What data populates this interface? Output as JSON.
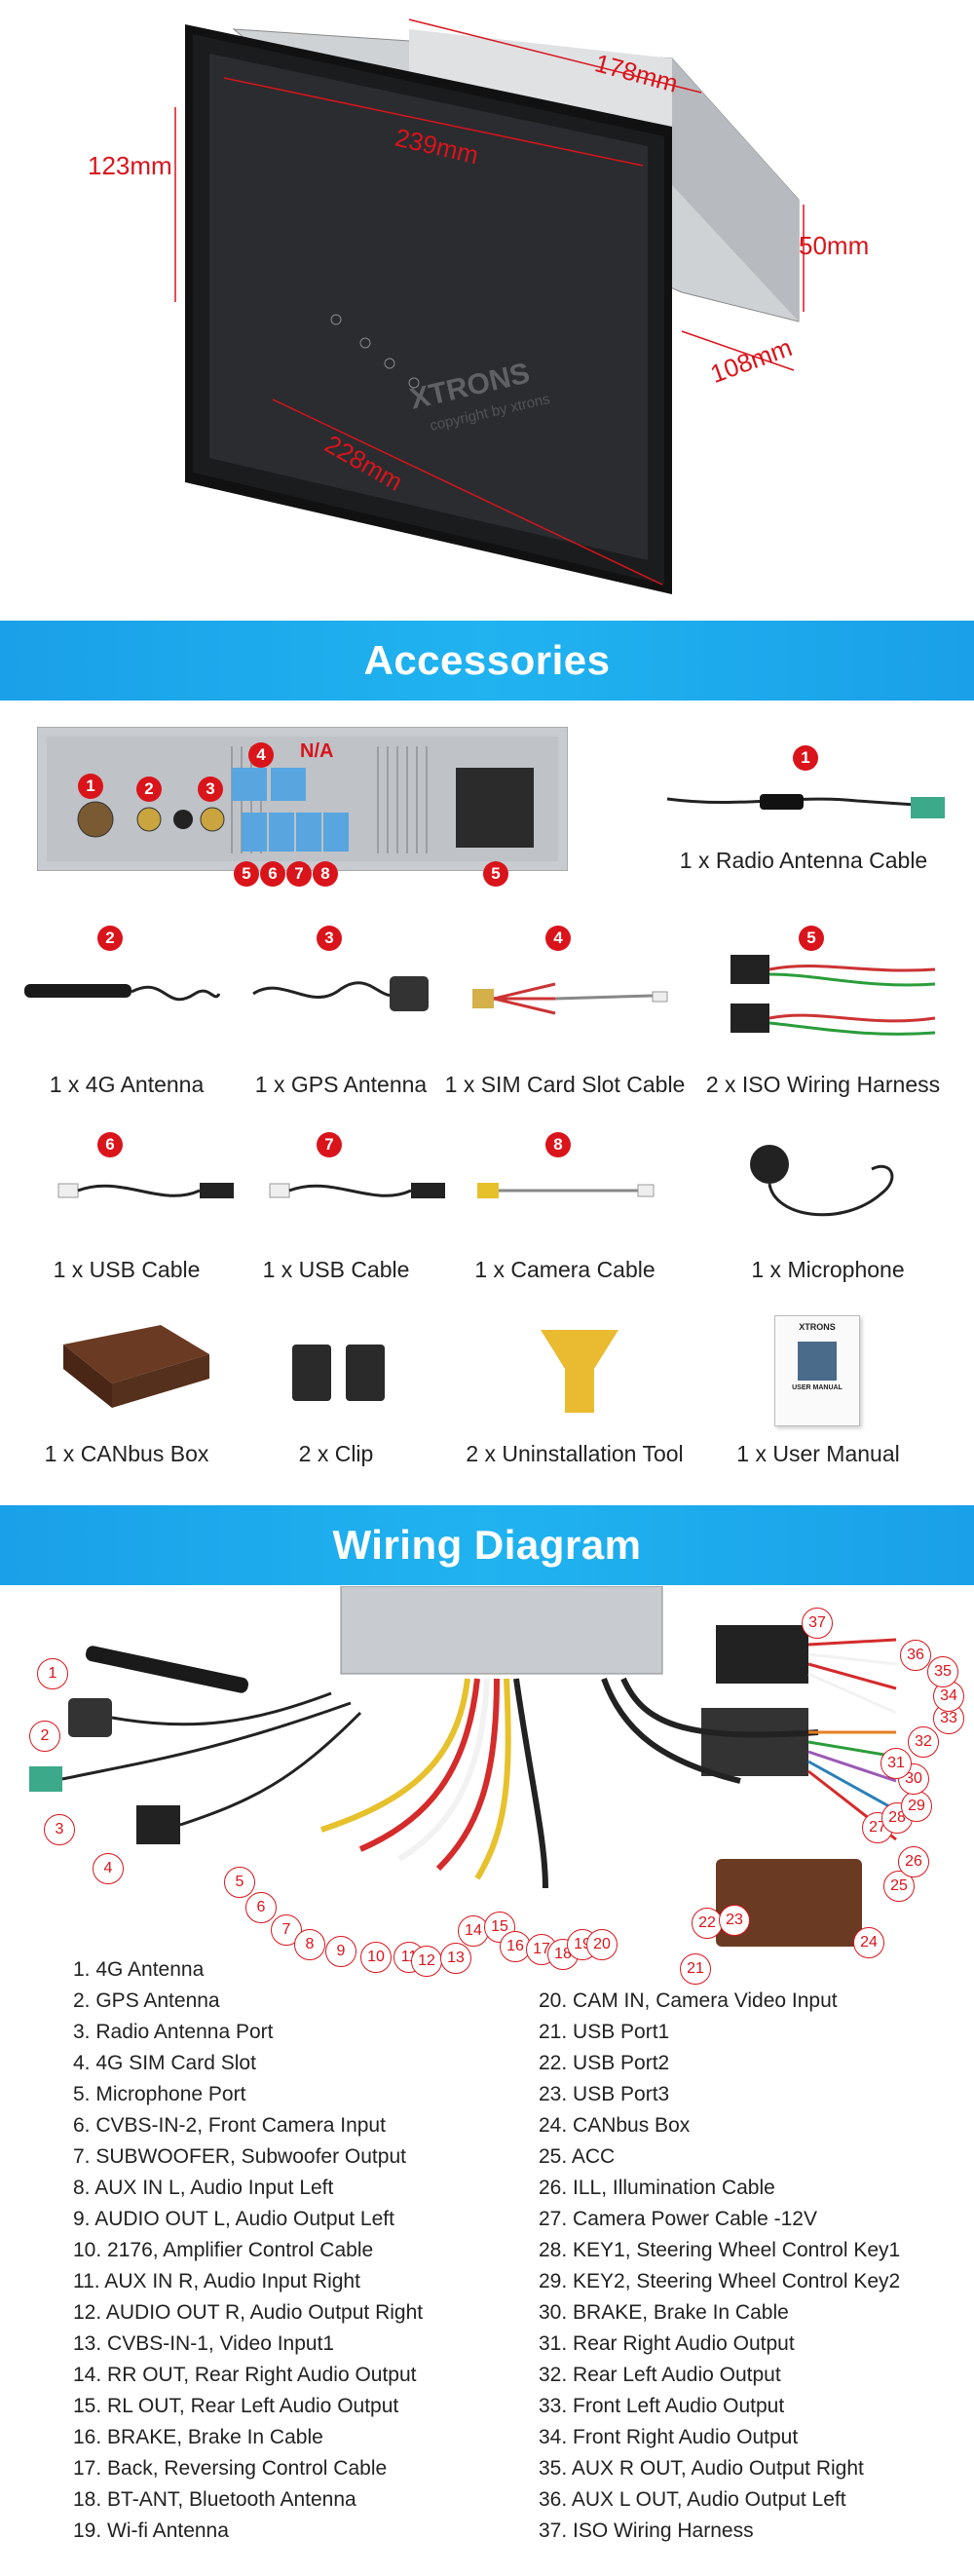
{
  "dimensions": {
    "width_top": "178mm",
    "height": "123mm",
    "depth_front": "239mm",
    "side_height": "50mm",
    "side_depth": "108mm",
    "bottom_width": "228mm",
    "watermark_brand": "XTRONS",
    "watermark_text": "copyright by xtrons"
  },
  "accessories_banner": "Accessories",
  "back_panel": {
    "badges": [
      "1",
      "2",
      "3",
      "4",
      "N/A",
      "5",
      "6",
      "7",
      "8",
      "5"
    ]
  },
  "accessories": [
    {
      "badge": "1",
      "caption": "1 x Radio Antenna Cable"
    },
    {
      "badge": "2",
      "caption": "1 x 4G Antenna"
    },
    {
      "badge": "3",
      "caption": "1 x GPS Antenna"
    },
    {
      "badge": "4",
      "caption": "1 x SIM Card Slot Cable"
    },
    {
      "badge": "5",
      "caption": "2 x ISO Wiring Harness"
    },
    {
      "badge": "6",
      "caption": "1 x USB Cable"
    },
    {
      "badge": "7",
      "caption": "1 x USB Cable"
    },
    {
      "badge": "8",
      "caption": "1 x Camera Cable"
    },
    {
      "badge": "",
      "caption": "1 x Microphone"
    },
    {
      "badge": "",
      "caption": "1 x CANbus Box"
    },
    {
      "badge": "",
      "caption": "2 x Clip"
    },
    {
      "badge": "",
      "caption": "2 x Uninstallation Tool"
    },
    {
      "badge": "",
      "caption": "1 x User Manual"
    }
  ],
  "manual_brand": "XTRONS",
  "manual_title": "USER MANUAL",
  "wiring_banner": "Wiring Diagram",
  "wiring_left": [
    "1. 4G Antenna",
    "2. GPS Antenna",
    "3. Radio Antenna Port",
    "4. 4G SIM Card Slot",
    "5. Microphone Port",
    "6. CVBS-IN-2, Front Camera Input",
    "7. SUBWOOFER, Subwoofer Output",
    "8. AUX IN L, Audio Input Left",
    "9. AUDIO OUT L, Audio Output Left",
    "10. 2176, Amplifier Control Cable",
    "11. AUX IN R, Audio Input Right",
    "12. AUDIO OUT R, Audio Output Right",
    "13. CVBS-IN-1, Video Input1",
    "14. RR OUT, Rear Right Audio Output",
    "15. RL OUT, Rear Left Audio Output",
    "16. BRAKE, Brake In Cable",
    "17. Back, Reversing Control Cable",
    "18. BT-ANT, Bluetooth Antenna",
    "19. Wi-fi Antenna"
  ],
  "wiring_right": [
    "20. CAM IN, Camera Video Input",
    "21. USB Port1",
    "22. USB Port2",
    "23. USB Port3",
    "24. CANbus Box",
    "25. ACC",
    "26. ILL, Illumination Cable",
    "27. Camera Power Cable -12V",
    "28. KEY1, Steering Wheel Control Key1",
    "29. KEY2, Steering Wheel Control Key2",
    "30. BRAKE, Brake In Cable",
    "31. Rear Right Audio Output",
    "32. Rear Left Audio Output",
    "33. Front Left Audio Output",
    "34. Front Right Audio Output",
    "35. AUX R OUT, Audio Output Right",
    "36. AUX L OUT, Audio Output Left",
    "37. ISO Wiring Harness"
  ],
  "diagram_numbers": [
    "1",
    "2",
    "3",
    "4",
    "5",
    "6",
    "7",
    "8",
    "9",
    "10",
    "11",
    "12",
    "13",
    "14",
    "15",
    "16",
    "17",
    "18",
    "19",
    "20",
    "21",
    "22",
    "23",
    "24",
    "25",
    "26",
    "27",
    "28",
    "29",
    "30",
    "31",
    "32",
    "33",
    "34",
    "35",
    "36",
    "37"
  ],
  "colors": {
    "accent_red": "#d9141b",
    "banner_blue": "#1aa0e8"
  }
}
